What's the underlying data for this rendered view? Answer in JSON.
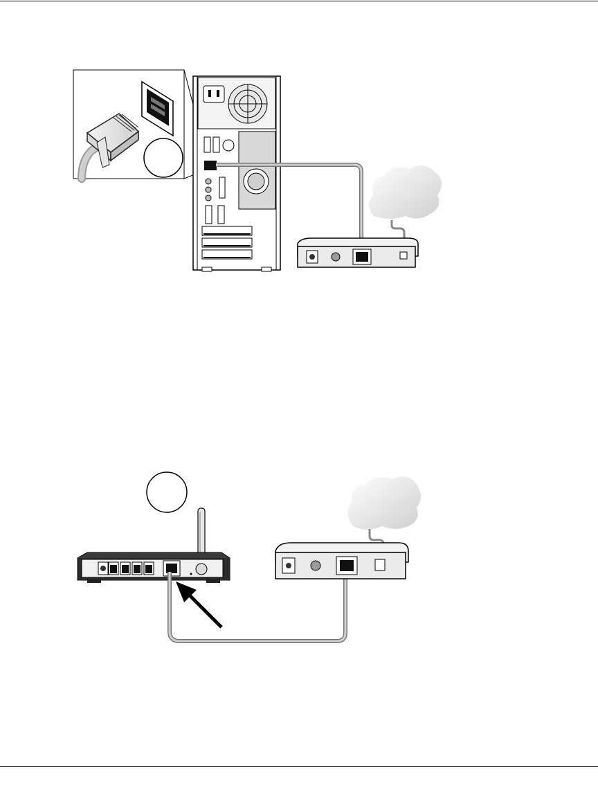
{
  "page": {
    "background": "#ffffff",
    "line_color": "#000000",
    "cable_color": "#b8b8b8",
    "cloud_color": "#d6d6d6"
  },
  "figure_top": {
    "elements": [
      "rj45-plug",
      "ethernet-port-callout",
      "pc-tower",
      "modem",
      "internet-cloud",
      "ethernet-cable"
    ],
    "icons": [
      "ethernet-plug-icon",
      "pc-tower-icon",
      "modem-icon",
      "cloud-icon"
    ]
  },
  "figure_bottom": {
    "elements": [
      "wireless-router",
      "router-antenna",
      "router-lan-ports",
      "router-internet-port",
      "modem",
      "internet-cloud",
      "ethernet-cable",
      "pointer-arrow"
    ],
    "icons": [
      "router-icon",
      "modem-icon",
      "cloud-icon",
      "arrow-icon"
    ]
  }
}
